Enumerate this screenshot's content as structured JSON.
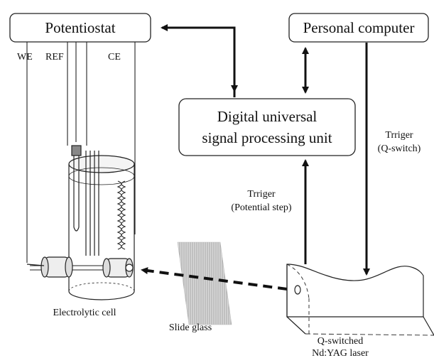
{
  "boxes": {
    "potentiostat": "Potentiostat",
    "personal_computer": "Personal computer",
    "dsp_line1": "Digital universal",
    "dsp_line2": "signal processing unit"
  },
  "electrodes": {
    "we": "WE",
    "ref": "REF",
    "ce": "CE"
  },
  "triggers": {
    "qswitch_line1": "Trriger",
    "qswitch_line2": "(Q-switch)",
    "potential_line1": "Trriger",
    "potential_line2": "(Potential step)"
  },
  "components": {
    "electrolytic_cell": "Electrolytic cell",
    "slide_glass": "Slide glass",
    "laser_line1": "Q-switched",
    "laser_line2": "Nd:YAG laser"
  }
}
